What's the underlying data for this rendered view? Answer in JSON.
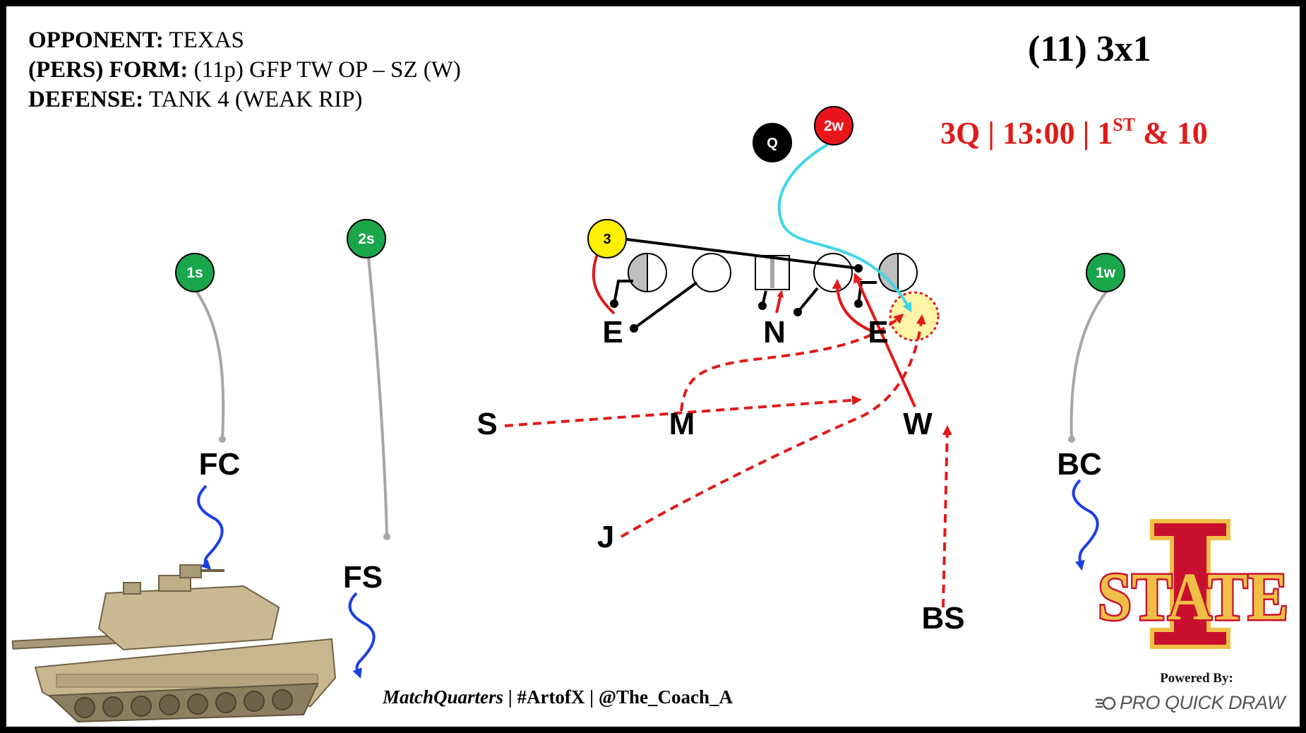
{
  "header": {
    "opponent_label": "OPPONENT:",
    "opponent_value": "TEXAS",
    "formation_label": "(PERS) FORM:",
    "formation_value": "(11p) GFP TW OP – SZ (W)",
    "defense_label": "DEFENSE:",
    "defense_value": "TANK 4 (WEAK RIP)"
  },
  "formation_tag": "(11) 3x1",
  "situation": {
    "quarter": "3Q",
    "separator": "|",
    "clock": "13:00",
    "down": "1",
    "down_suffix": "ST",
    "distance": "& 10"
  },
  "offense": {
    "receivers": [
      {
        "id": "1s",
        "label": "1s",
        "color": "#1aa64a"
      },
      {
        "id": "2s",
        "label": "2s",
        "color": "#1aa64a"
      },
      {
        "id": "1w",
        "label": "1w",
        "color": "#1aa64a"
      },
      {
        "id": "2w",
        "label": "2w",
        "color": "#e8151b"
      },
      {
        "id": "3",
        "label": "3",
        "color": "#ffef00"
      }
    ],
    "quarterback": {
      "label": "Q",
      "color": "#000000"
    }
  },
  "defense": {
    "players": [
      "E",
      "N",
      "E",
      "S",
      "M",
      "W",
      "J",
      "FC",
      "FS",
      "BC",
      "BS"
    ]
  },
  "colors": {
    "red_route": "#e01a1a",
    "cyan_route": "#3fd6e8",
    "gray_route": "#a6a6a6",
    "blue_wave": "#1c3fe0",
    "highlight_fill": "#fff4a8",
    "logo_red": "#c8102e",
    "logo_gold": "#f1be48"
  },
  "logo_text": "STATE",
  "footer": {
    "brand": "MatchQuarters",
    "rest": " | #ArtofX | @The_Coach_A"
  },
  "powered_by": "Powered By:",
  "pqd_label": "PRO QUICK DRAW"
}
